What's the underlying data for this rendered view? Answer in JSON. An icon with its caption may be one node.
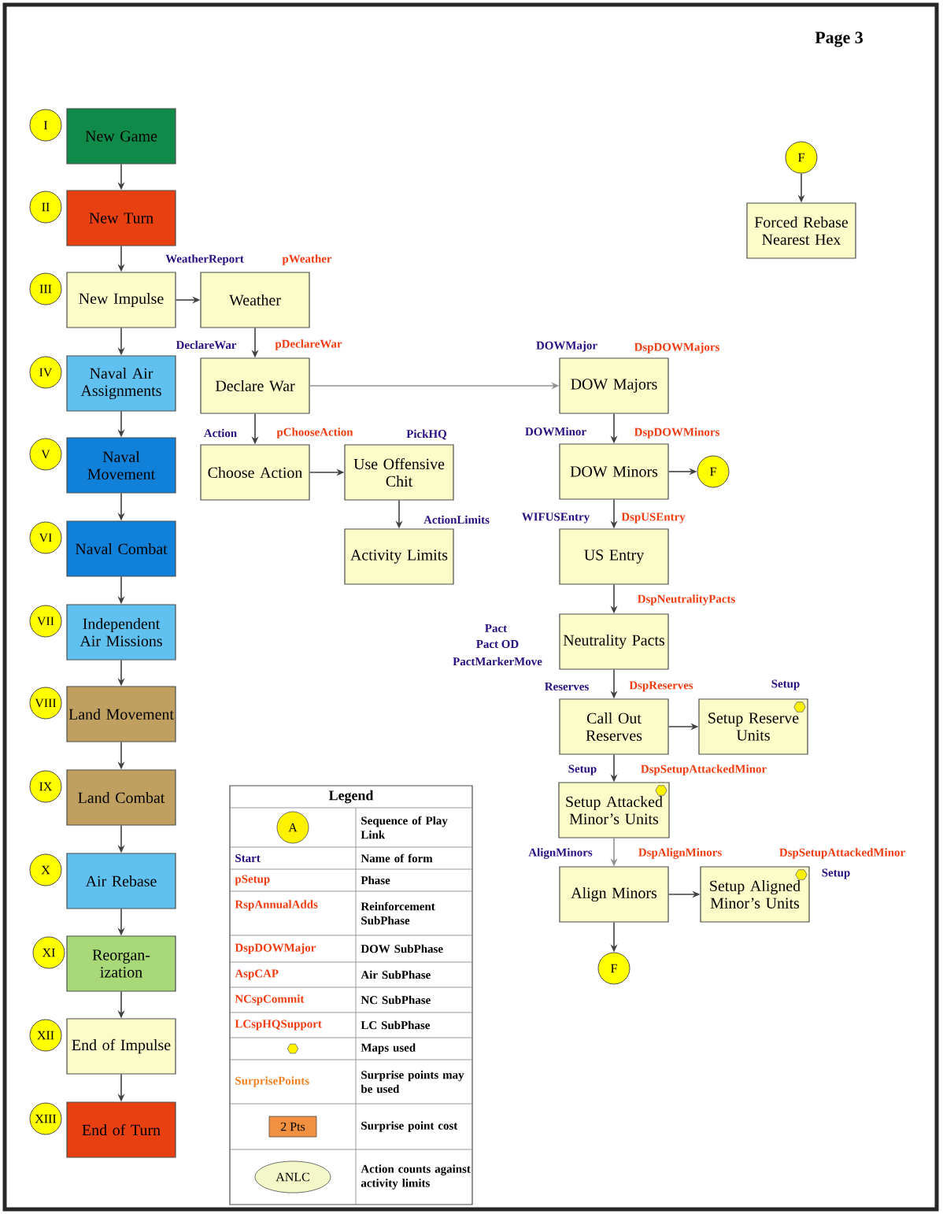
{
  "diagram": {
    "title": "Page 3",
    "nodes": [
      {
        "text": [
          "I"
        ]
      },
      {
        "text": [
          "New Game"
        ]
      },
      {
        "text": [
          "II"
        ]
      },
      {
        "text": [
          "New Turn"
        ]
      },
      {
        "text": [
          "III"
        ]
      },
      {
        "text": [
          "New Impulse"
        ]
      },
      {
        "text": [
          "IV"
        ]
      },
      {
        "text": [
          "Naval Air Assignments"
        ]
      },
      {
        "text": [
          "V"
        ]
      },
      {
        "text": [
          "Naval Movement"
        ]
      },
      {
        "text": [
          "VI"
        ]
      },
      {
        "text": [
          "Naval Combat"
        ]
      },
      {
        "text": [
          "VII"
        ]
      },
      {
        "text": [
          "Independent Air Missions"
        ]
      },
      {
        "text": [
          "VIII"
        ]
      },
      {
        "text": [
          "Land Movement"
        ]
      },
      {
        "text": [
          "IX"
        ]
      },
      {
        "text": [
          "Land Combat"
        ]
      },
      {
        "text": [
          "X"
        ]
      },
      {
        "text": [
          "Air Rebase"
        ]
      },
      {
        "text": [
          "XI"
        ]
      },
      {
        "text": [
          "Reorgan- ization"
        ]
      },
      {
        "text": [
          "XII"
        ]
      },
      {
        "text": [
          "End of Impulse"
        ]
      },
      {
        "text": [
          "XIII"
        ]
      },
      {
        "text": [
          "End of Turn"
        ]
      },
      {
        "text": [
          "F"
        ]
      },
      {
        "text": [
          "Forced Rebase Nearest Hex"
        ]
      },
      {
        "text": [
          "Weather"
        ],
        "beside": [
          "WeatherReport",
          "pWeather"
        ]
      },
      {
        "text": [
          "Declare War"
        ],
        "beside": [
          "DeclareWar",
          "pDeclareWar"
        ]
      },
      {
        "text": [
          "Choose Action"
        ],
        "beside": [
          "Action",
          "pChooseAction"
        ]
      },
      {
        "text": [
          "Use Offensive Chit"
        ],
        "beside": [
          "PickHQ"
        ]
      },
      {
        "text": [
          "Activity Limits"
        ],
        "beside": [
          "ActionLimits"
        ]
      },
      {
        "text": [
          "DOW Majors"
        ],
        "beside": [
          "DOWMajor",
          "DspDOWMajors"
        ]
      },
      {
        "text": [
          "DOW Minors"
        ],
        "beside": [
          "DOWMinor",
          "DspDOWMinors"
        ]
      },
      {
        "text": [
          "F"
        ]
      },
      {
        "text": [
          "US Entry"
        ],
        "beside": [
          "WIFUSEntry",
          "DspUSEntry"
        ]
      },
      {
        "text": [
          "Neutrality Pacts"
        ],
        "beside": [
          "Pact",
          "Pact OD",
          "PactMarkerMove",
          "DspNeutralityPacts"
        ]
      },
      {
        "text": [
          "Call Out Reserves"
        ],
        "beside": [
          "Reserves",
          "DspReserves"
        ]
      },
      {
        "text": [
          "Setup Reserve Units"
        ],
        "beside": [
          "Setup"
        ]
      },
      {
        "text": [
          "Setup Attacked Minor’s Units"
        ],
        "beside": [
          "Setup",
          "DspSetupAttackedMinor"
        ]
      },
      {
        "text": [
          "Align Minors"
        ],
        "beside": [
          "AlignMinors",
          "DspAlignMinors"
        ]
      },
      {
        "text": [
          "Setup Aligned Minor’s Units"
        ],
        "beside": [
          "DspSetupAttackedMinor",
          "Setup"
        ]
      },
      {
        "text": [
          "F"
        ]
      }
    ],
    "edges": [
      {
        "from": 1,
        "to": 3,
        "arrow": "to"
      },
      {
        "from": 3,
        "to": 5,
        "arrow": "to"
      },
      {
        "from": 5,
        "to": 7,
        "arrow": "to"
      },
      {
        "from": 7,
        "to": 9,
        "arrow": "to"
      },
      {
        "from": 9,
        "to": 11,
        "arrow": "to"
      },
      {
        "from": 11,
        "to": 13,
        "arrow": "to"
      },
      {
        "from": 13,
        "to": 15,
        "arrow": "to"
      },
      {
        "from": 15,
        "to": 17,
        "arrow": "to"
      },
      {
        "from": 17,
        "to": 19,
        "arrow": "to"
      },
      {
        "from": 19,
        "to": 21,
        "arrow": "to"
      },
      {
        "from": 21,
        "to": 23,
        "arrow": "to"
      },
      {
        "from": 23,
        "to": 25,
        "arrow": "to"
      },
      {
        "from": 26,
        "to": 27,
        "arrow": "to"
      },
      {
        "from": 5,
        "to": 28,
        "arrow": "to"
      },
      {
        "from": 28,
        "to": 29,
        "arrow": "to"
      },
      {
        "from": 29,
        "to": 33,
        "arrow": "to",
        "color": "#909090"
      },
      {
        "from": 29,
        "to": 30,
        "arrow": "to"
      },
      {
        "from": 30,
        "to": 31,
        "arrow": "to"
      },
      {
        "from": 31,
        "to": 32,
        "arrow": "to"
      },
      {
        "from": 33,
        "to": 34,
        "arrow": "to"
      },
      {
        "from": 34,
        "to": 35,
        "arrow": "to"
      },
      {
        "from": 34,
        "to": 36,
        "arrow": "to"
      },
      {
        "from": 36,
        "to": 37,
        "arrow": "to"
      },
      {
        "from": 37,
        "to": 38,
        "arrow": "to"
      },
      {
        "from": 38,
        "to": 39,
        "arrow": "to"
      },
      {
        "from": 38,
        "to": 40,
        "arrow": "to"
      },
      {
        "from": 40,
        "to": 41,
        "arrow": "to",
        "color": "#909090"
      },
      {
        "from": 41,
        "to": 42,
        "arrow": "to"
      },
      {
        "from": 41,
        "to": 43,
        "arrow": "to"
      }
    ],
    "labels": [
      "Legend",
      "A",
      "Sequence of Play Link",
      "Start",
      "Name of form",
      "pSetup",
      "Phase",
      "RspAnnualAdds",
      "Reinforcement SubPhase",
      "DspDOWMajor",
      "DOW SubPhase",
      "AspCAP",
      "Air SubPhase",
      "NCspCommit",
      "NC SubPhase",
      "LCspHQSupport",
      "LC SubPhase",
      "Maps used",
      "SurprisePoints",
      "Surprise points may be used",
      "2 Pts",
      "Surprise point cost",
      "ANLC",
      "Action counts against activity limits"
    ]
  }
}
